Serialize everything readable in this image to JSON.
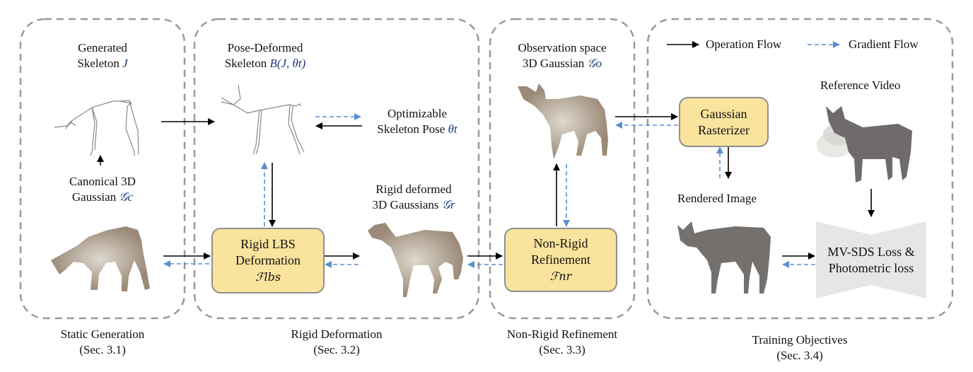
{
  "panels": [
    {
      "id": "static",
      "caption": "Static Generation",
      "section": "(Sec. 3.1)"
    },
    {
      "id": "rigid",
      "caption": "Rigid Deformation",
      "section": "(Sec. 3.2)"
    },
    {
      "id": "nonrigid",
      "caption": "Non-Rigid Refinement",
      "section": "(Sec. 3.3)"
    },
    {
      "id": "training",
      "caption": "Training Objectives",
      "section": "(Sec. 3.4)"
    }
  ],
  "labels": {
    "generated_skeleton": {
      "line1": "Generated",
      "line2": "Skeleton ",
      "math": "J"
    },
    "canonical_gaussian": {
      "line1": "Canonical 3D",
      "line2": "Gaussian ",
      "math": "𝒢c"
    },
    "pose_deformed": {
      "line1": "Pose-Deformed",
      "line2": "Skeleton ",
      "math": "B(J, θt)"
    },
    "optimizable_pose": {
      "line1": "Optimizable",
      "line2": "Skeleton Pose ",
      "math": "θt"
    },
    "rigid_deformed": {
      "line1": "Rigid deformed",
      "line2": "3D Gaussians ",
      "math": "𝒢r"
    },
    "observation_space": {
      "line1": "Observation space",
      "line2": "3D Gaussian ",
      "math": "𝒢o"
    },
    "reference_video": "Reference Video",
    "rendered_image": "Rendered Image"
  },
  "boxes": {
    "rigid_lbs": {
      "line1": "Rigid LBS",
      "line2": "Deformation",
      "math": "ℱlbs"
    },
    "non_rigid": {
      "line1": "Non-Rigid",
      "line2": "Refinement",
      "math": "ℱnr"
    },
    "rasterizer": {
      "line1": "Gaussian",
      "line2": "Rasterizer"
    },
    "loss": {
      "line1": "MV-SDS Loss &",
      "line2": "Photometric loss"
    }
  },
  "legend": {
    "operation": "Operation Flow",
    "gradient": "Gradient Flow"
  },
  "colors": {
    "operation_arrow": "#000000",
    "gradient_arrow": "#5b8fd0",
    "box_fill": "#fae39d",
    "box_border": "#8f8f8f",
    "panel_border": "#999999",
    "loss_fill": "#e6e6e6"
  }
}
